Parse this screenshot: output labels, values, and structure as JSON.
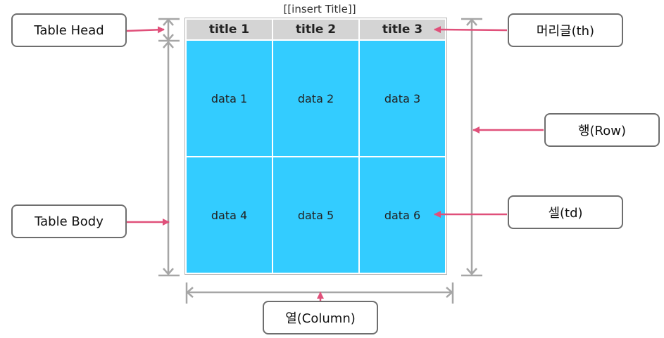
{
  "table": {
    "caption": "[[insert Title]]",
    "headers": [
      "title 1",
      "title 2",
      "title 3"
    ],
    "rows": [
      [
        "data 1",
        "data 2",
        "data 3"
      ],
      [
        "data 4",
        "data 5",
        "data 6"
      ]
    ]
  },
  "labels": {
    "table_head": "Table Head",
    "table_body": "Table Body",
    "header_cell": "머리글(th)",
    "row": "행(Row)",
    "cell": "셀(td)",
    "column": "열(Column)"
  },
  "colors": {
    "cell_fill": "#33ccff",
    "header_fill": "#d4d4d4",
    "arrow": "#e0507a",
    "dimension": "#a6a6a6",
    "box_border": "#6e6e6e"
  }
}
